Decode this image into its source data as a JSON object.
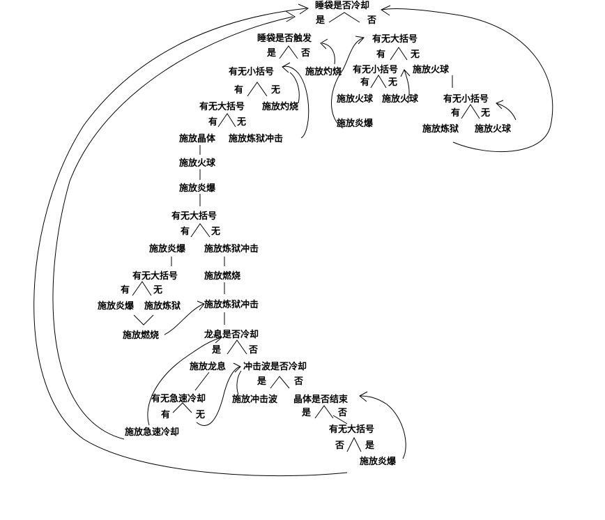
{
  "nodes": {
    "n_sleep_bag_cd": "睡袋是否冷却",
    "l_yes_1": "是",
    "l_no_1": "否",
    "n_sleep_bag_trigger": "睡袋是否触发",
    "l_yes_2": "是",
    "l_no_2": "否",
    "n_cast_burn_1": "施放灼烧",
    "n_has_small_paren_1": "有无小括号",
    "l_have_1": "有",
    "l_none_1": "无",
    "n_cast_burn_2": "施放灼烧",
    "n_has_big_paren_1": "有无大括号",
    "l_have_2": "有",
    "l_none_2": "无",
    "n_cast_crystal": "施放晶体",
    "n_cast_inferno_strike_1": "施放炼狱冲击",
    "n_cast_fireball_1": "施放火球",
    "n_cast_explosion_1": "施放炎爆",
    "n_has_big_paren_2": "有无大括号",
    "l_have_3": "有",
    "l_none_3": "无",
    "n_cast_explosion_2": "施放炎爆",
    "n_cast_inferno_strike_2": "施放炼狱冲击",
    "n_has_big_paren_3": "有无大括号",
    "l_have_4": "有",
    "l_none_4": "无",
    "n_cast_combust_1": "施放燃烧",
    "n_cast_explosion_3": "施放炎爆",
    "n_cast_inferno_1": "施放炼狱",
    "n_cast_inferno_strike_3": "施放炼狱冲击",
    "n_cast_combust_2": "施放燃烧",
    "n_dragon_breath_cd": "龙息是否冷却",
    "l_yes_3": "是",
    "l_no_3": "否",
    "n_cast_dragon_breath": "施放龙息",
    "n_shockwave_cd": "冲击波是否冷却",
    "l_yes_4": "是",
    "l_no_4": "否",
    "n_has_quick_cd": "有无急速冷却",
    "l_have_5": "有",
    "l_none_5": "无",
    "n_cast_quick_cd": "施放急速冷却",
    "n_cast_shockwave": "施放冲击波",
    "n_crystal_end": "晶体是否结束",
    "l_yes_5": "是",
    "l_no_5": "否",
    "n_has_big_paren_4": "有无大括号",
    "l_no_6": "否",
    "l_yes_6": "是",
    "n_cast_explosion_4": "施放炎爆",
    "n_has_big_paren_5": "有无大括号",
    "l_have_6": "有",
    "l_none_6": "无",
    "n_has_small_paren_2": "有无小括号",
    "l_have_7": "有",
    "l_none_7": "无",
    "n_cast_fireball_2": "施放火球",
    "n_cast_fireball_3": "施放火球",
    "n_cast_fireball_4": "施放火球",
    "n_cast_explosion_5": "施放炎爆",
    "n_has_small_paren_3": "有无小括号",
    "l_have_8": "有",
    "l_none_8": "无",
    "n_cast_inferno_2": "施放炼狱",
    "n_cast_fireball_5": "施放火球"
  }
}
